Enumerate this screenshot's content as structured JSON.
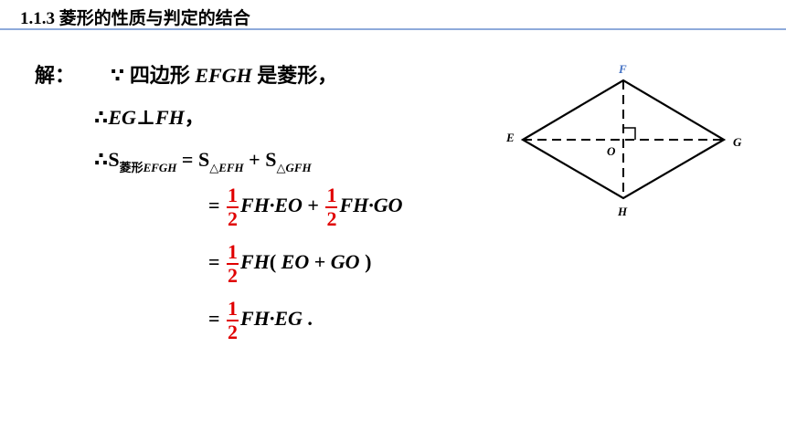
{
  "header": {
    "title": "1.1.3  菱形的性质与判定的结合"
  },
  "solution": {
    "label": "解：",
    "since": "∵",
    "therefore": "∴",
    "line1_text1": "四边形",
    "line1_var": "EFGH",
    "line1_text2": "是菱形，",
    "line2_a": "EG",
    "line2_perp": "⊥",
    "line2_b": "FH",
    "line2_end": "，",
    "line3_S": "S",
    "line3_sub_text": "菱形",
    "line3_sub_var": "EFGH",
    "line3_eq": " = ",
    "line3_S2": "S",
    "line3_sub2": "△EFH",
    "line3_plus": " + ",
    "line3_S3": "S",
    "line3_sub3": "△GFH",
    "frac_num": "1",
    "frac_den": "2",
    "eq": "=",
    "line4_t1": "FH·EO",
    "line4_plus": " + ",
    "line4_t2": "FH·GO",
    "line5_t": "FH",
    "line5_open": "( ",
    "line5_a": "EO",
    "line5_plus": " + ",
    "line5_b": "GO",
    "line5_close": " )",
    "line6_t": "FH·EG",
    "line6_end": " ."
  },
  "diagram": {
    "labels": {
      "E": "E",
      "F": "F",
      "G": "G",
      "H": "H",
      "O": "O"
    },
    "colors": {
      "F_label": "#4472c4",
      "stroke": "#000000"
    }
  }
}
